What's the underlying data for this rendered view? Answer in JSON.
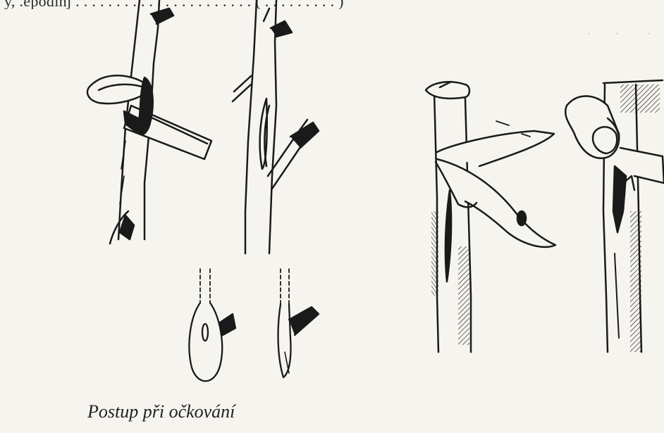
{
  "page": {
    "top_fragment": "y, .epodinj . . . . . . . . . . . . . . . . . . . . . . ( . . . . . . . . . )",
    "caption": "Postup při očkování"
  },
  "illustration": {
    "subject": "budding-steps",
    "stroke_color": "#1a1a1a",
    "paper_color": "#f6f4ef",
    "shadow_text_color": "#b9b6ae"
  }
}
